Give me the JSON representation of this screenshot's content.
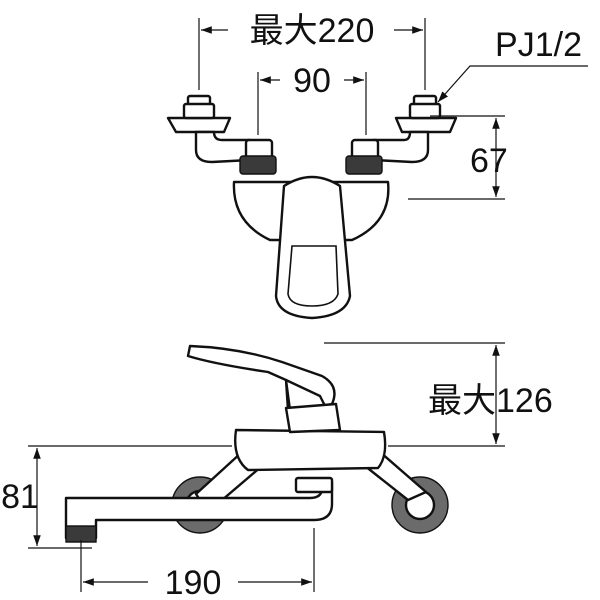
{
  "dimensions": {
    "max_width": "最大220",
    "center_spacing": "90",
    "pipe_thread": "PJ1/2",
    "top_height": "67",
    "max_height": "最大126",
    "spout_height": "81",
    "spout_reach": "190"
  }
}
